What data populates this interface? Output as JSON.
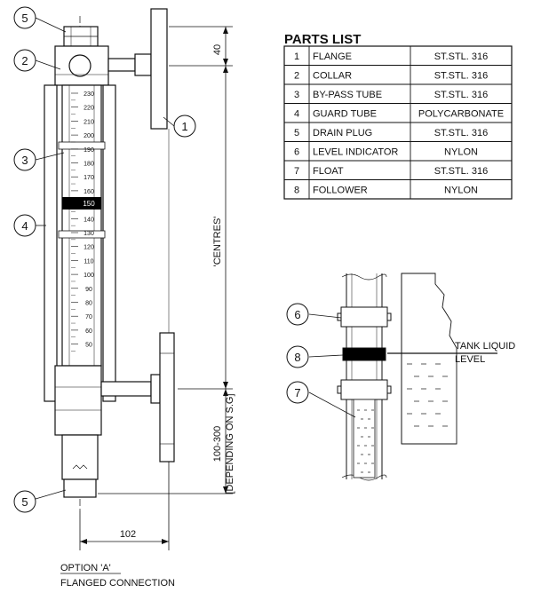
{
  "parts_list": {
    "title": "PARTS LIST",
    "rows": [
      {
        "no": "1",
        "part": "FLANGE",
        "material": "ST.STL. 316"
      },
      {
        "no": "2",
        "part": "COLLAR",
        "material": "ST.STL. 316"
      },
      {
        "no": "3",
        "part": "BY-PASS TUBE",
        "material": "ST.STL. 316"
      },
      {
        "no": "4",
        "part": "GUARD TUBE",
        "material": "POLYCARBONATE"
      },
      {
        "no": "5",
        "part": "DRAIN PLUG",
        "material": "ST.STL. 316"
      },
      {
        "no": "6",
        "part": "LEVEL INDICATOR",
        "material": "NYLON"
      },
      {
        "no": "7",
        "part": "FLOAT",
        "material": "ST.STL. 316"
      },
      {
        "no": "8",
        "part": "FOLLOWER",
        "material": "NYLON"
      }
    ]
  },
  "balloons": {
    "b5_top": "5",
    "b2": "2",
    "b3": "3",
    "b4": "4",
    "b5_bottom": "5",
    "b1": "1",
    "b6": "6",
    "b8": "8",
    "b7": "7"
  },
  "dimensions": {
    "top": "40",
    "centres": "'CENTRES'",
    "bottom_line1": "100-300",
    "bottom_line2": "[DEPENDING ON S.G]",
    "width": "102"
  },
  "scale": {
    "ticks": [
      "230",
      "220",
      "210",
      "200",
      "190",
      "180",
      "170",
      "160",
      "150",
      "140",
      "130",
      "120",
      "110",
      "100",
      "90",
      "80",
      "70",
      "60",
      "50"
    ],
    "indicator_value": "150"
  },
  "detail": {
    "tank_label_line1": "TANK LIQUID",
    "tank_label_line2": "LEVEL"
  },
  "caption": {
    "line1": "OPTION  'A'",
    "line2": "FLANGED CONNECTION"
  }
}
